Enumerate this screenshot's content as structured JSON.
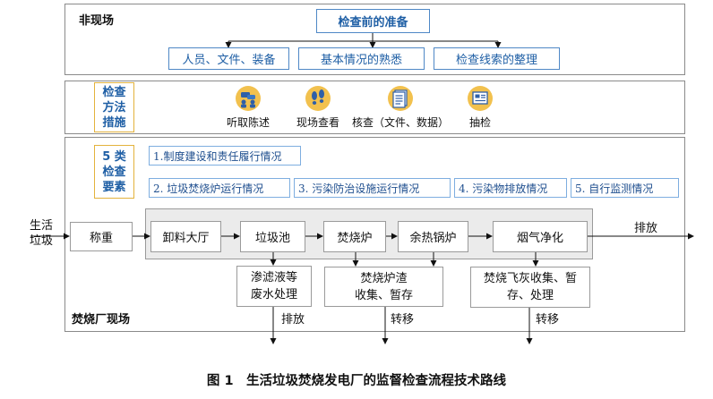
{
  "offsite": {
    "label": "非现场",
    "prep_title": "检查前的准备",
    "boxes": [
      "人员、文件、装备",
      "基本情况的熟悉",
      "检查线索的整理"
    ]
  },
  "methods": {
    "title_lines": [
      "检查",
      "方法",
      "措施"
    ],
    "items": [
      {
        "label": "听取陈述",
        "icon": "meeting-icon"
      },
      {
        "label": "现场查看",
        "icon": "footprints-icon"
      },
      {
        "label": "核查（文件、数据）",
        "icon": "document-icon"
      },
      {
        "label": "抽检",
        "icon": "sample-monitor-icon"
      }
    ]
  },
  "elements": {
    "title_lines": [
      "5 类",
      "检查",
      "要素"
    ],
    "items": [
      "1.制度建设和责任履行情况",
      "2. 垃圾焚烧炉运行情况",
      "3. 污染防治设施运行情况",
      "4. 污染物排放情况",
      "5. 自行监测情况"
    ]
  },
  "process": {
    "input_lines": [
      "生活",
      "垃圾"
    ],
    "steps": [
      "称重",
      "卸料大厅",
      "垃圾池",
      "焚烧炉",
      "余热锅炉",
      "烟气净化"
    ],
    "output": "排放",
    "sub_steps": [
      {
        "lines": [
          "渗滤液等",
          "废水处理"
        ],
        "out": "排放"
      },
      {
        "lines": [
          "焚烧炉渣",
          "收集、暂存"
        ],
        "out": "转移"
      },
      {
        "lines": [
          "焚烧飞灰收集、暂",
          "存、处理"
        ],
        "out": "转移"
      }
    ],
    "site_label": "焚烧厂现场"
  },
  "caption": "图 1　生活垃圾焚烧发电厂的监督检查流程技术路线",
  "colors": {
    "blue_border": "#4f88c6",
    "blue_text": "#1f5fa5",
    "yellow_border": "#e3b23c",
    "icon_yellow": "#f2c14e",
    "icon_blue": "#2e5fa8"
  }
}
